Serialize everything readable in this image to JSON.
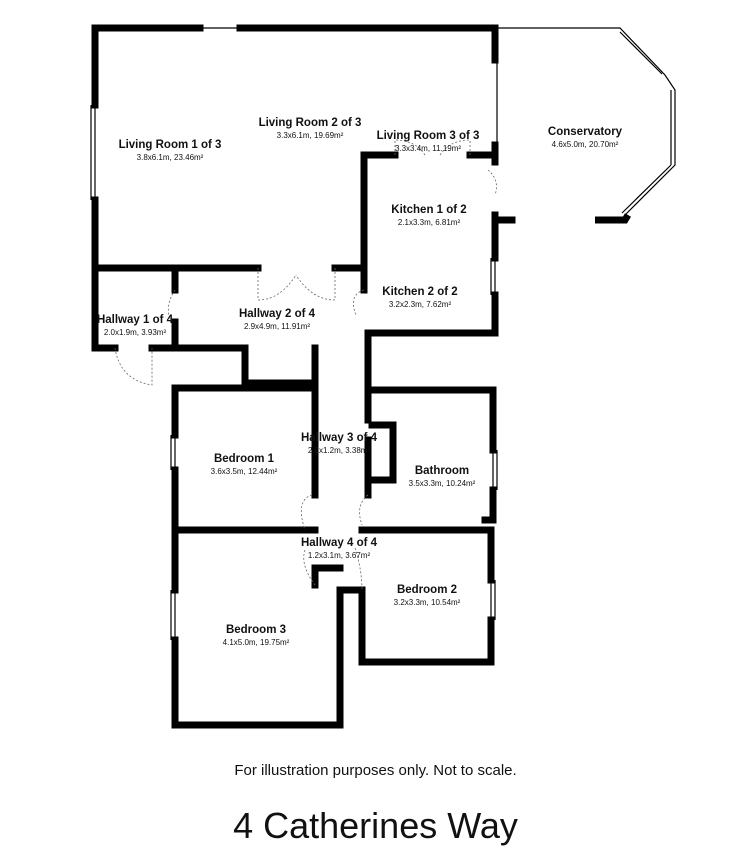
{
  "rooms": [
    {
      "name": "Living Room 1 of 3",
      "dims": "3.8x6.1m, 23.46m²"
    },
    {
      "name": "Living Room 2 of 3",
      "dims": "3.3x6.1m, 19.69m²"
    },
    {
      "name": "Living Room 3 of 3",
      "dims": "3.3x3.4m, 11.19m²"
    },
    {
      "name": "Conservatory",
      "dims": "4.6x5.0m, 20.70m²"
    },
    {
      "name": "Kitchen 1 of 2",
      "dims": "2.1x3.3m, 6.81m²"
    },
    {
      "name": "Kitchen 2 of 2",
      "dims": "3.2x2.3m, 7.62m²"
    },
    {
      "name": "Hallway 1 of 4",
      "dims": "2.0x1.9m, 3.93m²"
    },
    {
      "name": "Hallway 2 of 4",
      "dims": "2.9x4.9m, 11.91m²"
    },
    {
      "name": "Hallway 3 of 4",
      "dims": "2.8x1.2m, 3.38m²"
    },
    {
      "name": "Bedroom 1",
      "dims": "3.6x3.5m, 12.44m²"
    },
    {
      "name": "Bathroom",
      "dims": "3.5x3.3m, 10.24m²"
    },
    {
      "name": "Hallway 4 of 4",
      "dims": "1.2x3.1m, 3.67m²"
    },
    {
      "name": "Bedroom 2",
      "dims": "3.2x3.3m, 10.54m²"
    },
    {
      "name": "Bedroom 3",
      "dims": "4.1x5.0m, 19.75m²"
    }
  ],
  "note": "For illustration purposes only. Not to scale.",
  "title": "4 Catherines Way"
}
